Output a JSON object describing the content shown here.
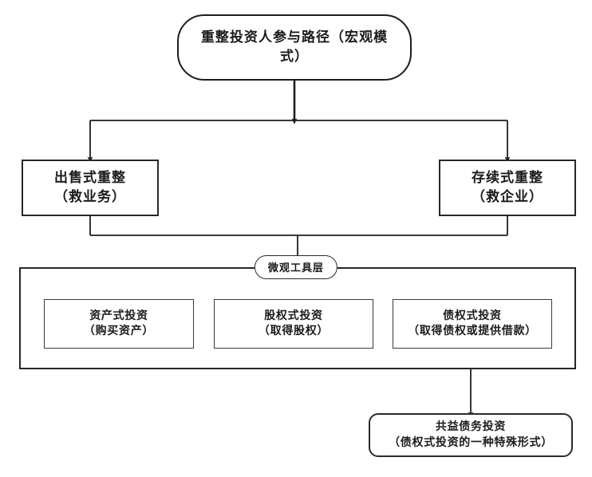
{
  "diagram": {
    "title_node": {
      "label": "重整投资人参与路径（宏观模\n式）",
      "shape": "rounded-rectangle"
    },
    "branches": [
      {
        "label": "出售式重整\n（救业务）",
        "side": "left"
      },
      {
        "label": "存续式重整\n（救企业）",
        "side": "right"
      }
    ],
    "group": {
      "label": "微观工具层",
      "tools": [
        {
          "label": "资产式投资\n（购买资产）"
        },
        {
          "label": "股权式投资\n（取得股权）"
        },
        {
          "label": "债权式投资\n（取得债权或提供借款）"
        }
      ]
    },
    "bottom_node": {
      "label": "共益债务投资\n（债权式投资的一种特殊形式）",
      "shape": "rounded-rectangle"
    },
    "colors": {
      "stroke": "#272727",
      "background": "#ffffff",
      "text": "#1b1b1b"
    }
  }
}
